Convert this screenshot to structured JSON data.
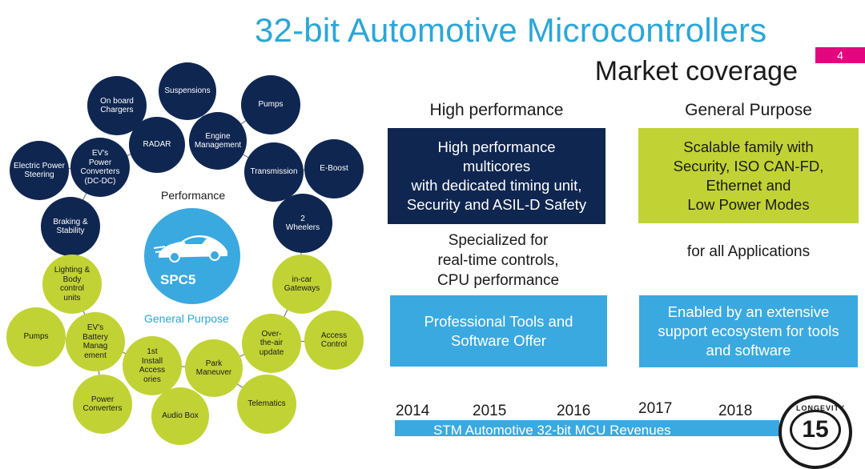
{
  "header": {
    "title": "32-bit Automotive Microcontrollers",
    "subtitle": "Market coverage",
    "page_number": "4"
  },
  "high_performance": {
    "heading": "High performance",
    "box_text": "High performance\nmulticores\nwith dedicated timing unit,\nSecurity and ASIL-D Safety",
    "mid_text": "Specialized for\nreal-time controls,\nCPU performance",
    "tools_text": "Professional Tools and\nSoftware Offer"
  },
  "general_purpose": {
    "heading": "General Purpose",
    "box_text": "Scalable family with\nSecurity, ISO CAN-FD,\nEthernet and\nLow Power Modes",
    "mid_text": "for all Applications",
    "ecosystem_text": "Enabled by an extensive\nsupport ecosystem for tools\nand software"
  },
  "diagram": {
    "performance_label": "Performance",
    "general_purpose_label": "General Purpose",
    "center_logo": "SPC5",
    "performance_apps": [
      "On board\nChargers",
      "Suspensions",
      "Pumps",
      "RADAR",
      "Engine\nManagement",
      "EV's\nPower\nConverters\n(DC-DC)",
      "Electric Power\nSteering",
      "Transmission",
      "E-Boost",
      "Braking &\nStability",
      "2\nWheelers"
    ],
    "general_apps": [
      "Lighting  &\nBody\ncontrol\nunits",
      "in-car\nGateways",
      "Pumps",
      "EV's\nBattery\nManag\nement",
      "1st\nInstall\nAccess\nories",
      "Park\nManeuver",
      "Over-\nthe-air\nupdate",
      "Access\nControl",
      "Power\nConverters",
      "Audio Box",
      "Telematics"
    ]
  },
  "timeline": {
    "years": [
      "2014",
      "2015",
      "2016",
      "2017",
      "2018"
    ],
    "bar_label": "STM Automotive 32-bit MCU Revenues",
    "badge_label": "LONGEVITY",
    "badge_number": "15"
  },
  "colors": {
    "title_blue": "#2ba6d8",
    "navy": "#0f2651",
    "lime": "#c1d334",
    "sky_blue": "#3aa9e0",
    "magenta": "#e2077e"
  }
}
